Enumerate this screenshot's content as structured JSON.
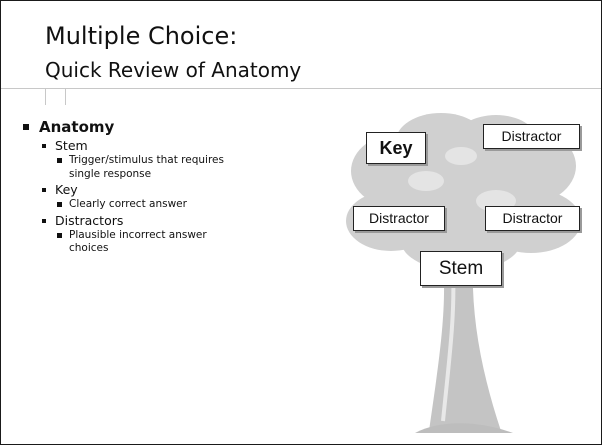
{
  "title": {
    "line1": "Multiple Choice:",
    "line2": "Quick Review of Anatomy"
  },
  "outline": {
    "heading": "Anatomy",
    "items": [
      {
        "label": "Stem",
        "detail": "Trigger/stimulus that requires single response"
      },
      {
        "label": "Key",
        "detail": "Clearly correct answer"
      },
      {
        "label": "Distractors",
        "detail": "Plausible incorrect answer choices"
      }
    ]
  },
  "diagram": {
    "labels": {
      "key": "Key",
      "distractor_top": "Distractor",
      "distractor_left": "Distractor",
      "distractor_right": "Distractor",
      "stem": "Stem"
    }
  },
  "colors": {
    "text": "#111111",
    "tree": "#cfcfcf",
    "border": "#1a1a1a"
  }
}
